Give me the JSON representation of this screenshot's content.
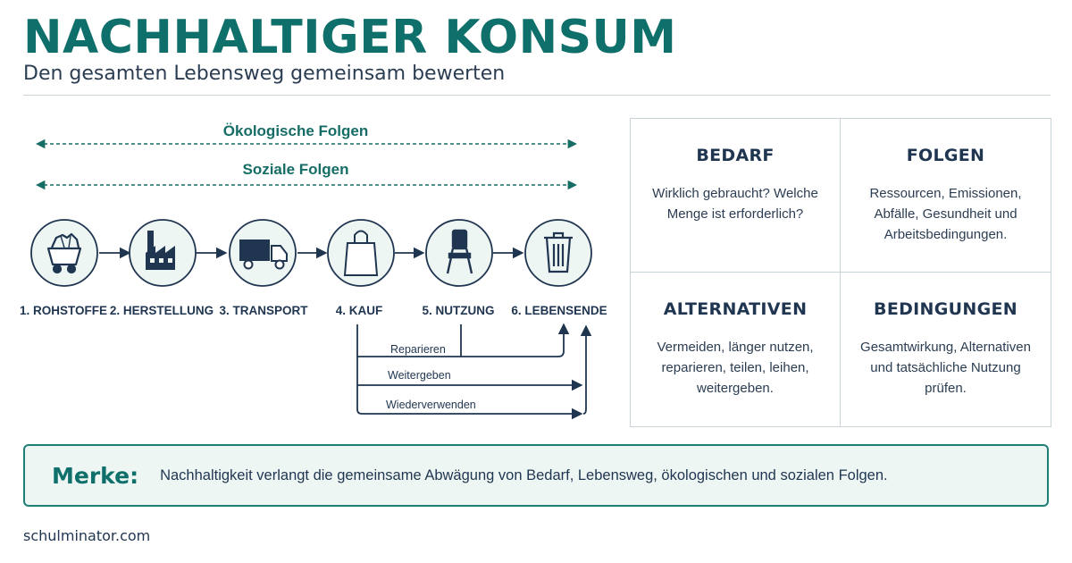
{
  "title": "NACHHALTIGER KONSUM",
  "subtitle": "Den gesamten Lebensweg gemeinsam bewerten",
  "flow": {
    "bands": [
      "Ökologische Folgen",
      "Soziale Folgen"
    ],
    "steps": [
      {
        "label": "1. ROHSTOFFE",
        "icon": "mine-cart-icon"
      },
      {
        "label": "2. HERSTELLUNG",
        "icon": "factory-icon"
      },
      {
        "label": "3. TRANSPORT",
        "icon": "truck-icon"
      },
      {
        "label": "4. KAUF",
        "icon": "shopping-bag-icon"
      },
      {
        "label": "5. NUTZUNG",
        "icon": "chair-icon"
      },
      {
        "label": "6. LEBENSENDE",
        "icon": "trash-can-icon"
      }
    ],
    "loops": [
      "Reparieren",
      "Weitergeben",
      "Wiederverwenden"
    ]
  },
  "grid": [
    {
      "heading": "BEDARF",
      "text": "Wirklich gebraucht? Welche Menge ist erforderlich?"
    },
    {
      "heading": "FOLGEN",
      "text": "Ressourcen, Emissionen, Abfälle, Gesundheit und Arbeitsbedingungen."
    },
    {
      "heading": "ALTERNATIVEN",
      "text": "Vermeiden, länger nutzen, reparieren, teilen, leihen, weitergeben."
    },
    {
      "heading": "BEDINGUNGEN",
      "text": "Gesamtwirkung, Alternativen und tatsächliche Nutzung prüfen."
    }
  ],
  "merke": {
    "label": "Merke:",
    "text": "Nachhaltigkeit verlangt die gemeinsame Abwägung von Bedarf, Lebensweg, ökologischen und sozialen Folgen."
  },
  "footer": "schulminator.com",
  "colors": {
    "accent": "#0f6f6a",
    "navy": "#1f3550",
    "box_fill": "#eef6f4"
  }
}
